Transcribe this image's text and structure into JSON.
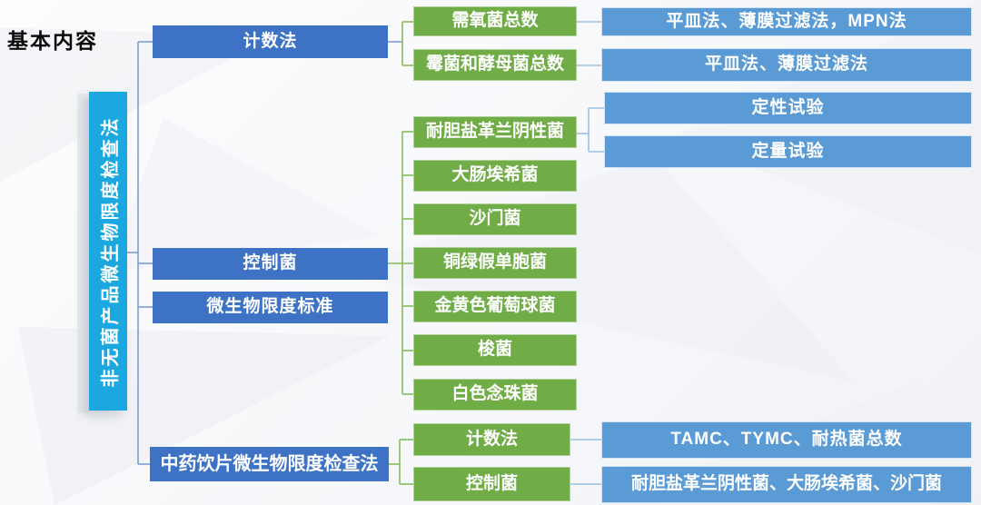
{
  "diagram": {
    "heading": "基本内容",
    "root": "非无菌产品微生物限度检查法",
    "branches": [
      {
        "label": "计数法",
        "children": [
          {
            "label": "需氧菌总数",
            "method": "平皿法、薄膜过滤法，MPN法"
          },
          {
            "label": "霉菌和酵母菌总数",
            "method": "平皿法、薄膜过滤法"
          }
        ]
      },
      {
        "label": "控制菌",
        "children": [
          {
            "label": "耐胆盐革兰阴性菌",
            "tests": [
              "定性试验",
              "定量试验"
            ]
          },
          {
            "label": "大肠埃希菌"
          },
          {
            "label": "沙门菌"
          },
          {
            "label": "铜绿假单胞菌"
          },
          {
            "label": "金黄色葡萄球菌"
          },
          {
            "label": "梭菌"
          },
          {
            "label": "白色念珠菌"
          }
        ]
      },
      {
        "label": "微生物限度标准"
      },
      {
        "label": "中药饮片微生物限度检查法",
        "children": [
          {
            "label": "计数法",
            "method": "TAMC、TYMC、耐热菌总数"
          },
          {
            "label": "控制菌",
            "method": "耐胆盐革兰阴性菌、大肠埃希菌、沙门菌"
          }
        ]
      }
    ],
    "colors": {
      "root_bar": "#1BA7E0",
      "branch_blue": "#3E72C4",
      "item_green": "#70AD47",
      "method_blue": "#5B9BD5",
      "connector_blue": "#7C9CD8",
      "connector_green": "#85BB5C",
      "connector_light_blue": "#9CC2E5"
    }
  }
}
